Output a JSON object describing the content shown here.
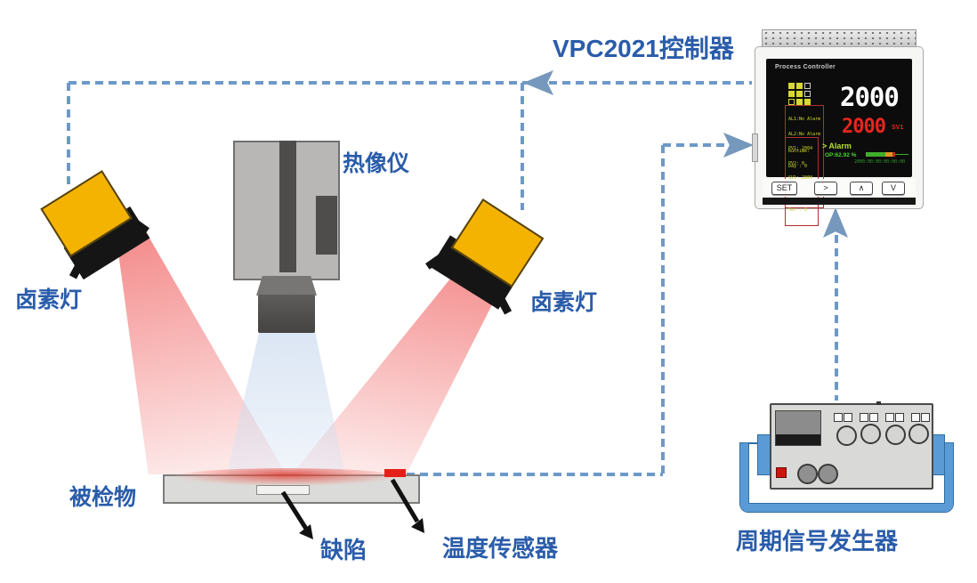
{
  "labels": {
    "controller": "VPC2021控制器",
    "thermal_imager": "热像仪",
    "halogen_left": "卤素灯",
    "halogen_right": "卤素灯",
    "test_object": "被检物",
    "defect": "缺陷",
    "temp_sensor": "温度传感器",
    "signal_generator": "周期信号发生器"
  },
  "controller": {
    "brand": "Process Controller",
    "pv": "2000",
    "sv": "2000",
    "sv_tag": "SV1",
    "alarm": "> Alarm",
    "op": "OP:62.92 %",
    "footer": "2000:00:00:00:00:00",
    "status_lines": [
      "AL1:No Alarm",
      "AL2:No Alarm",
      "PV1: 2004",
      "PV2: 0",
      "SV1: 2000",
      "SV2: 0"
    ],
    "runtime_lines": [
      "Runtime:",
      "Day : 0",
      "Hour: 0",
      "Min : 0",
      "Sec : 0"
    ],
    "buttons": [
      "SET",
      ">",
      "∧",
      "V"
    ]
  },
  "colors": {
    "label_blue": "#2a5caa",
    "dash_blue": "#6d99c9",
    "arrow_blue": "#7598bc",
    "lamp_yellow": "#f5b301",
    "beam_red": "#f06060",
    "beam_blue": "#c8d8ee",
    "sensor_red": "#e51f17",
    "pv_white": "#ffffff",
    "sv_red": "#e8251e",
    "screen_green": "#b8e02a",
    "handle_blue": "#5b9bd5"
  }
}
